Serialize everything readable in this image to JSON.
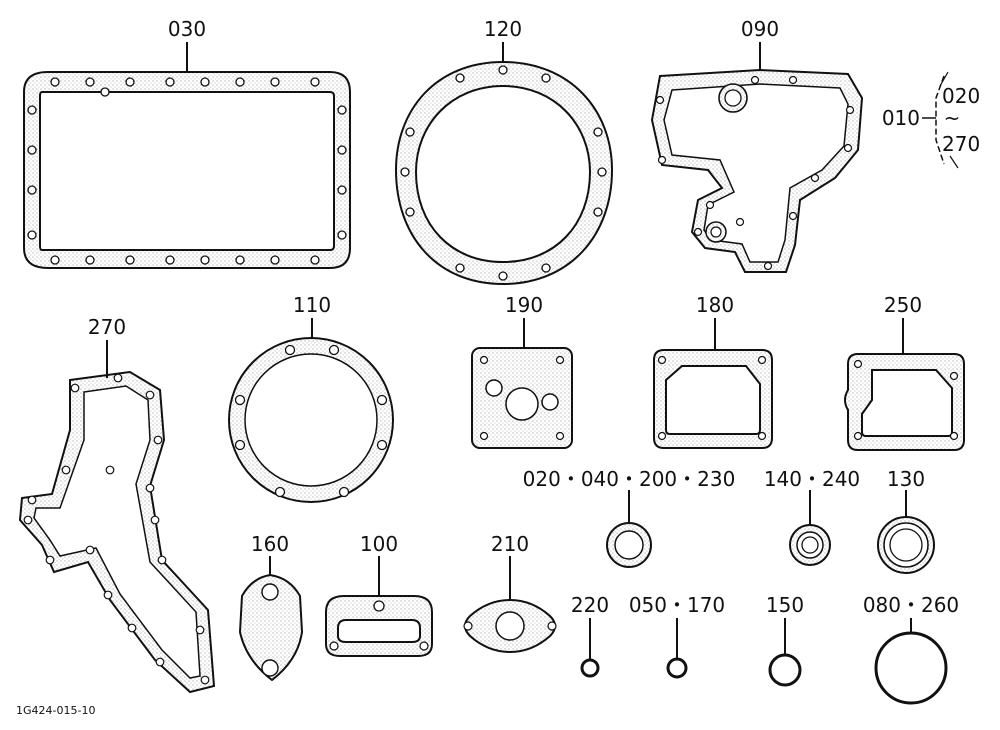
{
  "labels": {
    "l030": "030",
    "l120": "120",
    "l090": "090",
    "l010": "010",
    "l020": "020",
    "tilde": "~",
    "l270a": "270",
    "l270": "270",
    "l110": "110",
    "l190": "190",
    "l180": "180",
    "l250": "250",
    "l020set": "020・040・200・230",
    "l140240": "140・240",
    "l130": "130",
    "l160": "160",
    "l100": "100",
    "l210": "210",
    "l220": "220",
    "l050170": "050・170",
    "l150": "150",
    "l080260": "080・260"
  },
  "drawing_code": "1G424-015-10",
  "colors": {
    "ink": "#111111",
    "stipple": "#d9d9d9",
    "background": "#ffffff"
  }
}
